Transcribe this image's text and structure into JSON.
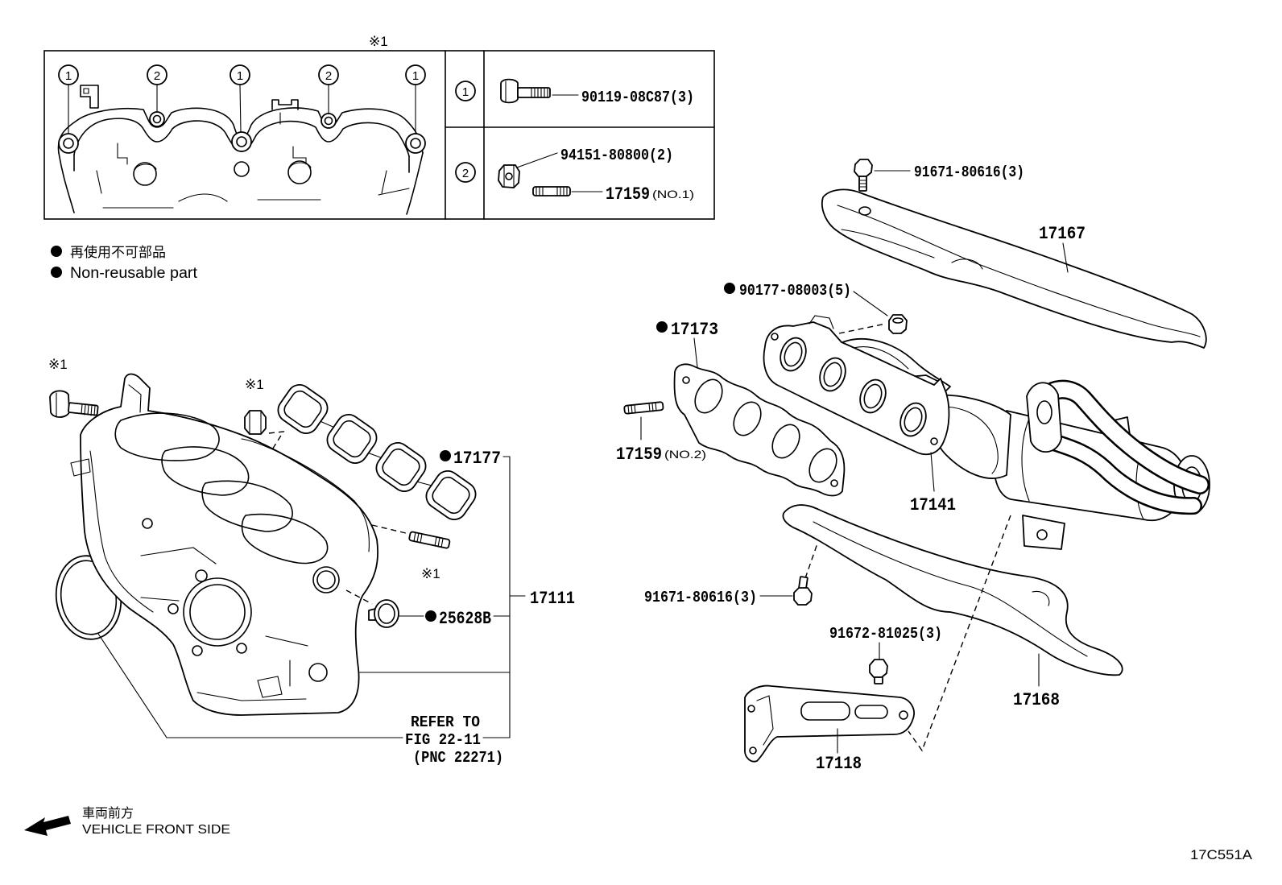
{
  "sheet_code": "17C551A",
  "detail_view": {
    "mark": "※1",
    "callouts": [
      "1",
      "2",
      "1",
      "2",
      "1"
    ],
    "rows": [
      {
        "index": "1",
        "items": [
          {
            "part_no": "90119-08C87(3)"
          }
        ]
      },
      {
        "index": "2",
        "items": [
          {
            "part_no": "94151-80800(2)"
          },
          {
            "part_no": "17159",
            "note": "(NO.1)"
          }
        ]
      }
    ]
  },
  "legend": {
    "text_ja": "再使用不可部品",
    "text_en": "Non-reusable part"
  },
  "intake_side": {
    "bolt_mark": "※1",
    "nut_mark": "※1",
    "stud_mark": "※1",
    "port_gasket": {
      "part_no": "17177",
      "non_reusable": true
    },
    "manifold": {
      "part_no": "17111"
    },
    "small_gasket": {
      "part_no": "25628B",
      "non_reusable": true
    },
    "reference": {
      "line1": "REFER TO",
      "line2": "FIG 22-11",
      "line3": "(PNC 22271)"
    }
  },
  "exhaust_side": {
    "upper_bolt": {
      "part_no": "91671-80616(3)"
    },
    "upper_insulator": {
      "part_no": "17167"
    },
    "nut": {
      "part_no": "90177-08003(5)",
      "non_reusable": true
    },
    "gasket": {
      "part_no": "17173",
      "non_reusable": true
    },
    "stud": {
      "part_no": "17159",
      "note": "(NO.2)"
    },
    "manifold_converter": {
      "part_no": "17141"
    },
    "lower_bolt": {
      "part_no": "91671-80616(3)"
    },
    "bracket_bolt": {
      "part_no": "91672-81025(3)"
    },
    "lower_insulator": {
      "part_no": "17168"
    },
    "bracket": {
      "part_no": "17118"
    }
  },
  "direction": {
    "text_ja": "車両前方",
    "text_en": "VEHICLE FRONT SIDE"
  }
}
